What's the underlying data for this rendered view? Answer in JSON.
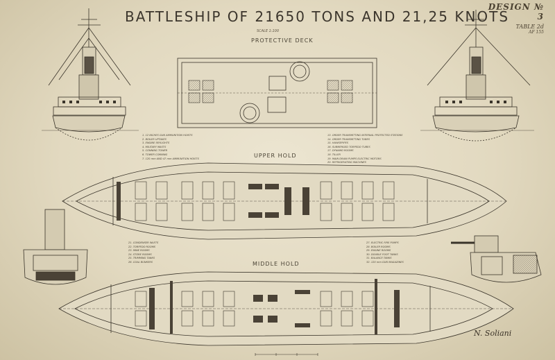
{
  "title": "BATTLESHIP OF 21650 TONS AND 21,25 KNOTS",
  "design_label": "DESIGN № 3",
  "table_ref": "TABLE 2d",
  "af_ref": "AF 155",
  "scale_note": "SCALE 1:100",
  "sections": {
    "protective_deck": "PROTECTIVE DECK",
    "upper_hold": "UPPER HOLD",
    "middle_hold": "MIDDLE HOLD"
  },
  "legend_upper_left": [
    "1. 12 INCHES GUN AMMUNITION HOISTS",
    "2. BOILER UPTAKES",
    "3. ENGINE SKYLIGHTS",
    "4. MILITARY MASTS",
    "5. CONNING TOWER",
    "6. TOWER CONNING",
    "7. 120 mm AND 47 mm AMMUNITION HOISTS"
  ],
  "legend_upper_right": [
    "13. ORDER TRANSMITTING INTERNAL PROTECTED STATIONS",
    "14. ORDER TRANSMITTING TUBES",
    "15. HAWSEPIPES",
    "16. SUBMERGED TORPEDO TUBES",
    "17. DYNAMO ROOMS",
    "18. TILLER",
    "19. MAIN DRAIN PUMPS ELECTRIC MOTORS",
    "20. REFRIGERATING MACHINES"
  ],
  "legend_middle_left": [
    "21. CONDENSER INLETS",
    "22. TORPEDO ROOMS",
    "23. MINE ROOMS",
    "24. STORE ROOMS",
    "25. TRIMMING TANKS",
    "26. COAL BUNKERS"
  ],
  "legend_middle_right": [
    "27. ELECTRIC FIRE PUMPS",
    "28. BOILER ROOMS",
    "29. ENGINE ROOMS",
    "30. DOUBLE FOOT TANKS",
    "31. BALANCE TANKS",
    "32. 120 mm GUN MAGAZINES"
  ],
  "signature": "N. Soliani",
  "colors": {
    "paper": "#e6dfc9",
    "ink": "#3a342a"
  }
}
